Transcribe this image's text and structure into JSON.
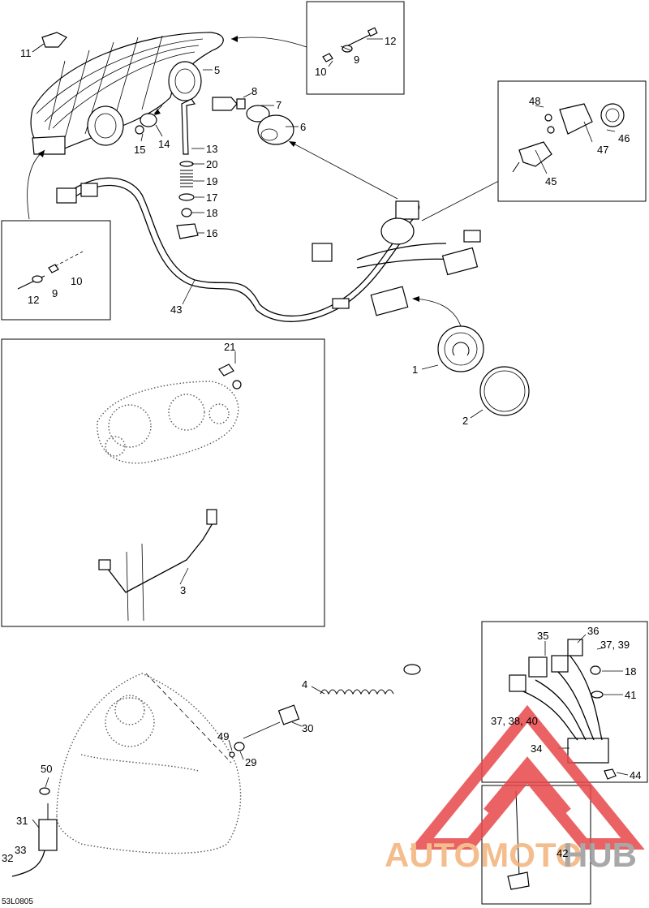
{
  "drawing_code": "53L0805",
  "labels": {
    "p1": "1",
    "p2": "2",
    "p3": "3",
    "p4": "4",
    "p5": "5",
    "p6": "6",
    "p7": "7",
    "p8": "8",
    "p9a": "9",
    "p9b": "9",
    "p10a": "10",
    "p10b": "10",
    "p11": "11",
    "p12a": "12",
    "p12b": "12",
    "p13": "13",
    "p14": "14",
    "p15": "15",
    "p16": "16",
    "p17": "17",
    "p18a": "18",
    "p18b": "18",
    "p19": "19",
    "p20": "20",
    "p21": "21",
    "p29": "29",
    "p30": "30",
    "p31": "31",
    "p32": "32",
    "p33": "33",
    "p34": "34",
    "p35": "35",
    "p36": "36",
    "p37_39": "37, 39",
    "p37_38_40": "37, 38, 40",
    "p41": "41",
    "p42": "42",
    "p43": "43",
    "p44": "44",
    "p45": "45",
    "p46": "46",
    "p47": "47",
    "p48": "48",
    "p49": "49",
    "p50": "50"
  },
  "watermark": {
    "word_a": "AUTOMOTO",
    "word_b": "HUB",
    "color_a": "#f3b27a",
    "color_b": "#9a9a9a",
    "triangle_color": "#e8474a"
  }
}
